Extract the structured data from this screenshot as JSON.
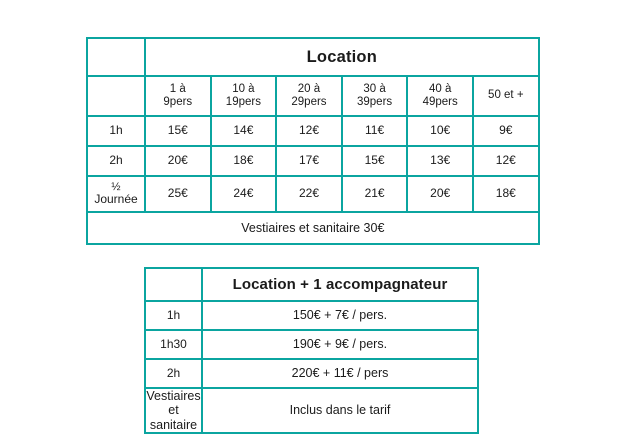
{
  "tables": [
    {
      "id": "location",
      "title": "Location",
      "corner_label": "",
      "column_headers": [
        {
          "line1": "1 à",
          "line2": "9pers"
        },
        {
          "line1": "10 à",
          "line2": "19pers"
        },
        {
          "line1": "20 à",
          "line2": "29pers"
        },
        {
          "line1": "30 à",
          "line2": "39pers"
        },
        {
          "line1": "40 à",
          "line2": "49pers"
        },
        {
          "line1": "50 et +",
          "line2": ""
        }
      ],
      "rows": [
        {
          "label": "1h",
          "label_line1": "1h",
          "label_line2": "",
          "values": [
            "15€",
            "14€",
            "12€",
            "11€",
            "10€",
            "9€"
          ]
        },
        {
          "label": "2h",
          "label_line1": "2h",
          "label_line2": "",
          "values": [
            "20€",
            "18€",
            "17€",
            "15€",
            "13€",
            "12€"
          ]
        },
        {
          "label": "½ Journée",
          "label_line1": "½",
          "label_line2": "Journée",
          "values": [
            "25€",
            "24€",
            "22€",
            "21€",
            "20€",
            "18€"
          ]
        }
      ],
      "footer": "Vestiaires et sanitaire 30€"
    },
    {
      "id": "accompagnateur",
      "title": "Location + 1 accompagnateur",
      "corner_label": "",
      "rows": [
        {
          "label": "1h",
          "value": "150€ + 7€ / pers."
        },
        {
          "label": "1h30",
          "value": "190€ + 9€ / pers."
        },
        {
          "label": "2h",
          "value": "220€ + 11€ / pers"
        }
      ],
      "footer_label": "Vestiaires et sanitaire",
      "footer_value": "Inclus dans le tarif"
    }
  ],
  "colors": {
    "border": "#0ba5a0",
    "text": "#1b1b1b",
    "background": "#ffffff"
  }
}
